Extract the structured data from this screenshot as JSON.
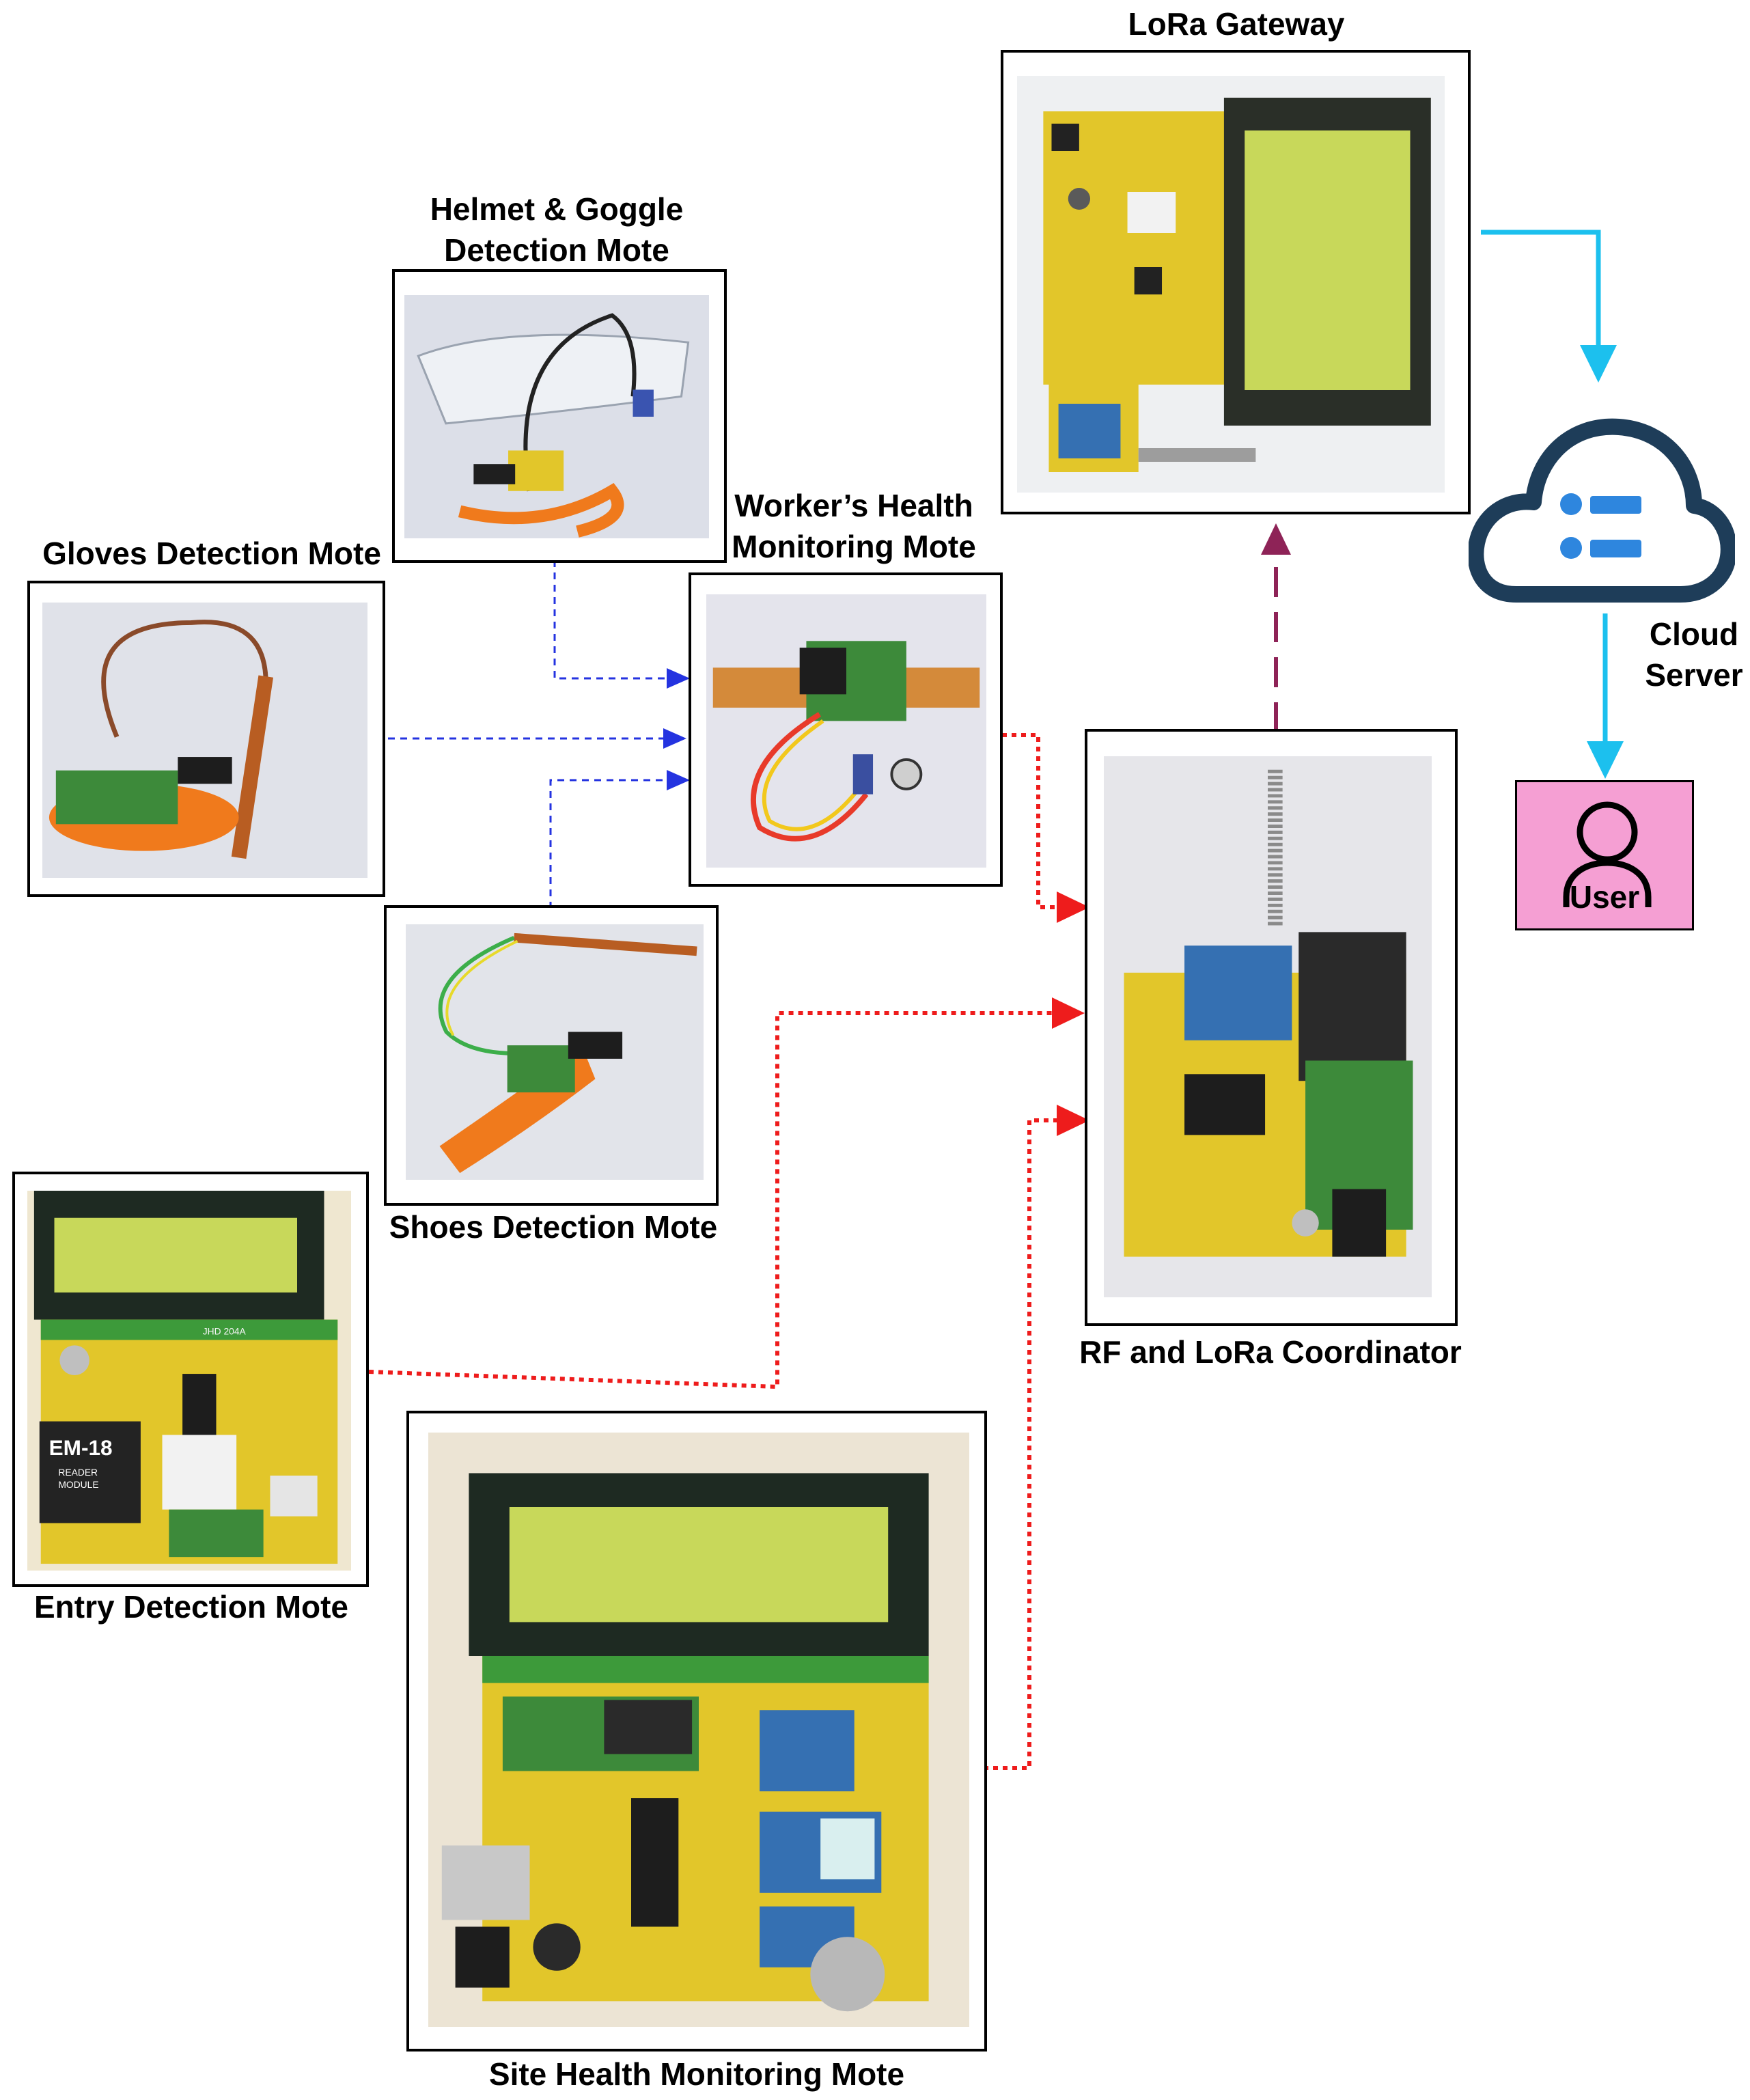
{
  "nodes": {
    "lora_gateway": {
      "label": "LoRa Gateway"
    },
    "helmet_goggle": {
      "label_line1": "Helmet & Goggle",
      "label_line2": "Detection Mote"
    },
    "gloves": {
      "label": "Gloves Detection Mote"
    },
    "workers_health": {
      "label_line1": "Worker’s Health",
      "label_line2": "Monitoring Mote"
    },
    "shoes": {
      "label": "Shoes Detection Mote"
    },
    "entry": {
      "label": "Entry Detection Mote",
      "module_text_1": "EM-18",
      "module_text_2": "READER",
      "module_text_3": "MODULE",
      "lcd_text": "JHD 204A"
    },
    "coordinator": {
      "label": "RF and LoRa Coordinator"
    },
    "site_health": {
      "label": "Site Health Monitoring Mote"
    },
    "cloud": {
      "label_line1": "Cloud",
      "label_line2": "Server",
      "icon": "cloud-server-icon"
    },
    "user": {
      "label": "User",
      "icon": "user-icon"
    }
  },
  "colors": {
    "rf_link": "#2433e0",
    "coordinator_link": "#ee1c1c",
    "lora_link": "#8e2357",
    "cloud_link": "#1cc0ee",
    "cloud_outline": "#1e3d59",
    "user_fill": "#f59fd3",
    "pcb": "#e2c62a",
    "lcd": "#c8d85a"
  }
}
